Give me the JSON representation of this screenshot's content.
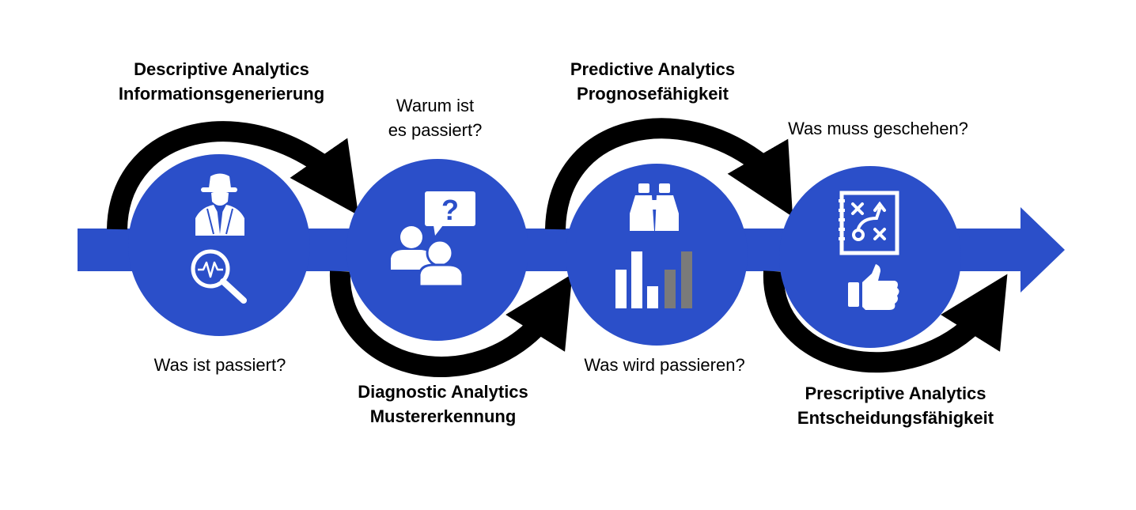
{
  "stages": [
    {
      "title": "Descriptive Analytics",
      "subtitle": "Informationsgenerierung",
      "question": "Was ist passiert?",
      "icons": [
        "detective-icon",
        "magnifier-pulse-icon"
      ]
    },
    {
      "title": "Diagnostic Analytics",
      "subtitle": "Mustererkennung",
      "question_lines": [
        "Warum ist",
        "es passiert?"
      ],
      "icons": [
        "people-question-icon"
      ]
    },
    {
      "title": "Predictive Analytics",
      "subtitle": "Prognosefähigkeit",
      "question": "Was wird passieren?",
      "icons": [
        "binoculars-icon",
        "bar-chart-icon"
      ]
    },
    {
      "title": "Prescriptive Analytics",
      "subtitle": "Entscheidungsfähigkeit",
      "question": "Was muss geschehen?",
      "icons": [
        "strategy-board-icon",
        "thumbs-up-icon"
      ]
    }
  ],
  "colors": {
    "flow_blue": "#2b4fc9",
    "arrow_black": "#000000",
    "icon_white": "#ffffff",
    "bar_grey": "#7a7a7a"
  }
}
